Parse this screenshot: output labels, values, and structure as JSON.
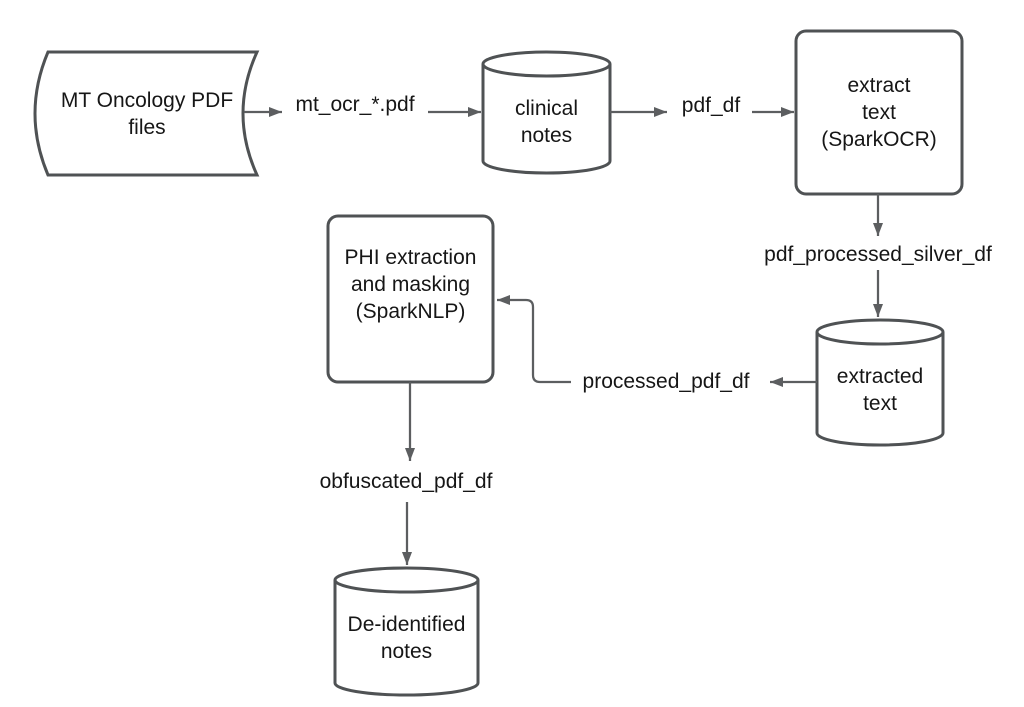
{
  "colors": {
    "stroke": "#4f5254",
    "arrow": "#5c5e60",
    "text": "#161616",
    "background": "#ffffff",
    "shape_fill": "#ffffff"
  },
  "nodes": {
    "source": {
      "label": "MT Oncology PDF\nfiles",
      "shape": "stored-data"
    },
    "clinical_notes": {
      "label": "clinical\nnotes",
      "shape": "database-cylinder"
    },
    "extract_text": {
      "label": "extract\ntext\n(SparkOCR)",
      "shape": "rounded-process"
    },
    "extracted_text": {
      "label": "extracted\ntext",
      "shape": "database-cylinder"
    },
    "phi_extraction": {
      "label": "PHI extraction\nand masking\n(SparkNLP)",
      "shape": "rounded-process"
    },
    "deidentified_notes": {
      "label": "De-identified\nnotes",
      "shape": "database-cylinder"
    }
  },
  "edge_labels": {
    "mt_ocr_pdf": "mt_ocr_*.pdf",
    "pdf_df": "pdf_df",
    "pdf_processed_silver_df": "pdf_processed_silver_df",
    "processed_pdf_df": "processed_pdf_df",
    "obfuscated_pdf_df": "obfuscated_pdf_df"
  }
}
